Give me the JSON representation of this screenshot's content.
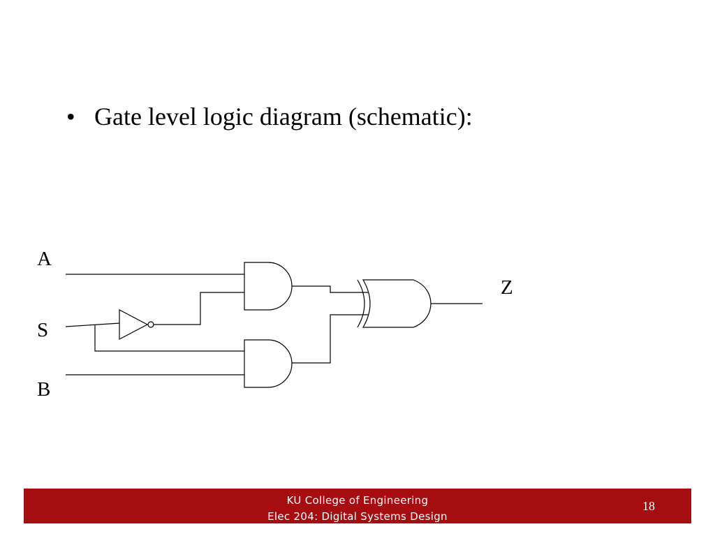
{
  "slide": {
    "bullet_glyph": "•",
    "bullet_text": "Gate level logic diagram (schematic):"
  },
  "diagram": {
    "inputs": {
      "a": "A",
      "s": "S",
      "b": "B"
    },
    "output": "Z"
  },
  "footer": {
    "line1": "KU College of Engineering",
    "line2": "Elec 204: Digital Systems Design",
    "page_number": "18",
    "background_color": "#a50d10"
  }
}
